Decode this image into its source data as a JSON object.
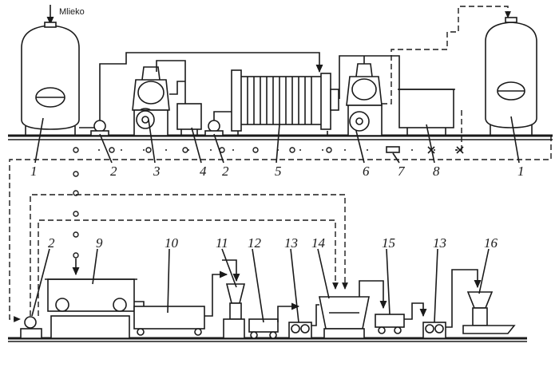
{
  "diagram": {
    "input_label": "Mlieko",
    "callouts": [
      {
        "id": "1-left",
        "text": "1"
      },
      {
        "id": "2-top-a",
        "text": "2"
      },
      {
        "id": "3",
        "text": "3"
      },
      {
        "id": "4",
        "text": "4"
      },
      {
        "id": "2-top-b",
        "text": "2"
      },
      {
        "id": "5",
        "text": "5"
      },
      {
        "id": "6",
        "text": "6"
      },
      {
        "id": "7",
        "text": "7"
      },
      {
        "id": "8",
        "text": "8"
      },
      {
        "id": "1-right",
        "text": "1"
      },
      {
        "id": "2-bottom",
        "text": "2"
      },
      {
        "id": "9",
        "text": "9"
      },
      {
        "id": "10",
        "text": "10"
      },
      {
        "id": "11",
        "text": "11"
      },
      {
        "id": "12",
        "text": "12"
      },
      {
        "id": "13-a",
        "text": "13"
      },
      {
        "id": "14",
        "text": "14"
      },
      {
        "id": "15",
        "text": "15"
      },
      {
        "id": "13-b",
        "text": "13"
      },
      {
        "id": "16",
        "text": "16"
      }
    ]
  }
}
